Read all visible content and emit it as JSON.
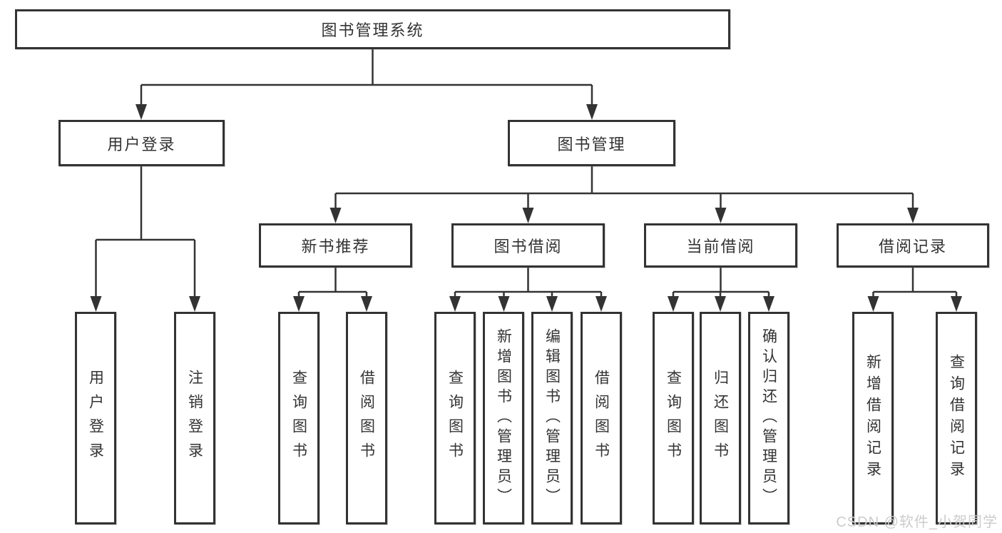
{
  "tree": {
    "label": "图书管理系统",
    "children": [
      {
        "label": "用户登录",
        "children": [
          {
            "label": "用户登录"
          },
          {
            "label": "注销登录"
          }
        ]
      },
      {
        "label": "图书管理",
        "children": [
          {
            "label": "新书推荐",
            "children": [
              {
                "label": "查询图书"
              },
              {
                "label": "借阅图书"
              }
            ]
          },
          {
            "label": "图书借阅",
            "children": [
              {
                "label": "查询图书"
              },
              {
                "label": "新增图书（管理员）"
              },
              {
                "label": "编辑图书（管理员）"
              },
              {
                "label": "借阅图书"
              }
            ]
          },
          {
            "label": "当前借阅",
            "children": [
              {
                "label": "查询图书"
              },
              {
                "label": "归还图书"
              },
              {
                "label": "确认归还（管理员）"
              }
            ]
          },
          {
            "label": "借阅记录",
            "children": [
              {
                "label": "新增借阅记录"
              },
              {
                "label": "查询借阅记录"
              }
            ]
          }
        ]
      }
    ]
  },
  "watermark": {
    "text": "CSDN @软件_小贺同学"
  },
  "colors": {
    "line": "#333333",
    "box_border": "#333333",
    "text": "#333333",
    "background": "#ffffff",
    "watermark": "#cccccc"
  }
}
